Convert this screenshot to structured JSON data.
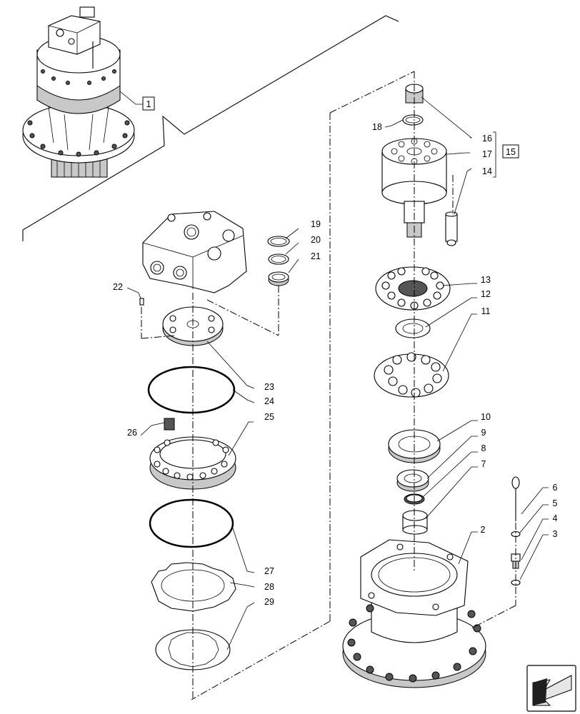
{
  "callouts": [
    {
      "id": "c1",
      "text": "1"
    },
    {
      "id": "c2",
      "text": "2"
    },
    {
      "id": "c3",
      "text": "3"
    },
    {
      "id": "c4",
      "text": "4"
    },
    {
      "id": "c5",
      "text": "5"
    },
    {
      "id": "c6",
      "text": "6"
    },
    {
      "id": "c7",
      "text": "7"
    },
    {
      "id": "c8",
      "text": "8"
    },
    {
      "id": "c9",
      "text": "9"
    },
    {
      "id": "c10",
      "text": "10"
    },
    {
      "id": "c11",
      "text": "11"
    },
    {
      "id": "c12",
      "text": "12"
    },
    {
      "id": "c13",
      "text": "13"
    },
    {
      "id": "c14",
      "text": "14"
    },
    {
      "id": "c15",
      "text": "15"
    },
    {
      "id": "c16",
      "text": "16"
    },
    {
      "id": "c17",
      "text": "17"
    },
    {
      "id": "c18",
      "text": "18"
    },
    {
      "id": "c19",
      "text": "19"
    },
    {
      "id": "c20",
      "text": "20"
    },
    {
      "id": "c21",
      "text": "21"
    },
    {
      "id": "c22",
      "text": "22"
    },
    {
      "id": "c23",
      "text": "23"
    },
    {
      "id": "c24",
      "text": "24"
    },
    {
      "id": "c25",
      "text": "25"
    },
    {
      "id": "c26",
      "text": "26"
    },
    {
      "id": "c27",
      "text": "27"
    },
    {
      "id": "c28",
      "text": "28"
    },
    {
      "id": "c29",
      "text": "29"
    }
  ],
  "nav_icon": "next-page-arrow-icon"
}
